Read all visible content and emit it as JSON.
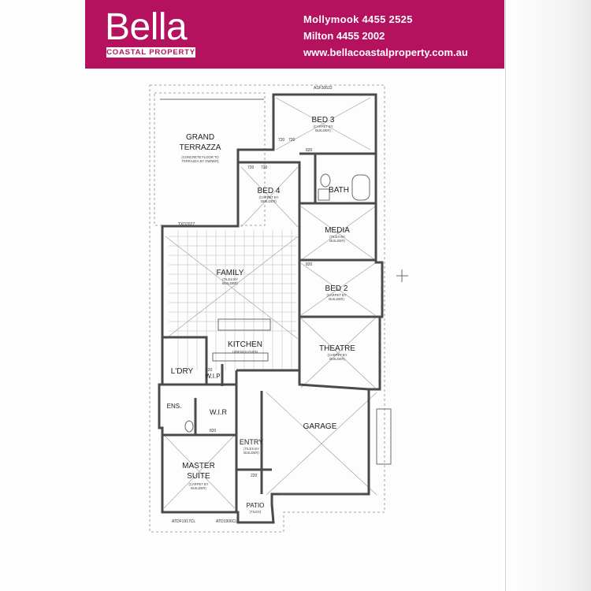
{
  "header": {
    "brand_name": "Bella",
    "brand_tagline": "COASTAL PROPERTY",
    "phone_1": "Mollymook  4455 2525",
    "phone_2": "Milton 4455 2002",
    "website": "www.bellacoastalproperty.com.au",
    "banner_color": "#b4115f"
  },
  "rooms": {
    "grand_terrazza": {
      "name_1": "GRAND",
      "name_2": "TERRAZZA",
      "note_1": "(CONCRETE FLOOR TO",
      "note_2": "TERRAZZA BY OWNER)"
    },
    "bed3": {
      "name": "BED 3",
      "note_1": "(CARPET BY",
      "note_2": "BUILDER)"
    },
    "bed4": {
      "name": "BED 4",
      "note_1": "(CARPET BY",
      "note_2": "BUILDER)"
    },
    "bath": {
      "name": "BATH"
    },
    "media": {
      "name": "MEDIA",
      "note_1": "(TILES BY",
      "note_2": "BUILDER)"
    },
    "family": {
      "name": "FAMILY",
      "note_1": "(TILES BY",
      "note_2": "BUILDER)"
    },
    "bed2": {
      "name": "BED 2",
      "note_1": "(CARPET BY",
      "note_2": "BUILDER)"
    },
    "kitchen": {
      "name": "KITCHEN",
      "note": "U/BENCH OVEN"
    },
    "theatre": {
      "name": "THEATRE",
      "note_1": "(CARPET BY",
      "note_2": "BUILDER)"
    },
    "laundry": {
      "name": "L'DRY"
    },
    "wip": {
      "name": "W.I.P"
    },
    "ensuite": {
      "name": "ENS."
    },
    "wir": {
      "name": "W.I.R"
    },
    "garage": {
      "name": "GARAGE"
    },
    "entry": {
      "name": "ENTRY",
      "note_1": "(TILES BY",
      "note_2": "BUILDER)"
    },
    "master_suite": {
      "name_1": "MASTER",
      "name_2": "SUITE",
      "note_1": "(CARPET BY",
      "note_2": "BUILDER)"
    },
    "patio": {
      "name": "PATIO",
      "note": "(TILES)"
    }
  },
  "plan_tags": {
    "asf_top": "ASF30622",
    "txd_terrace": "TXD2027",
    "w_820_a": "820",
    "w_820_b": "820",
    "w_820_c": "820",
    "w_720_a": "720",
    "w_720_b": "720",
    "w_720_c": "720",
    "w_720_d": "720",
    "w_620": "620",
    "w_220": "220",
    "atdf_bottom": "ATDF1917CL",
    "atd_bottom": "ATD1906CL"
  }
}
